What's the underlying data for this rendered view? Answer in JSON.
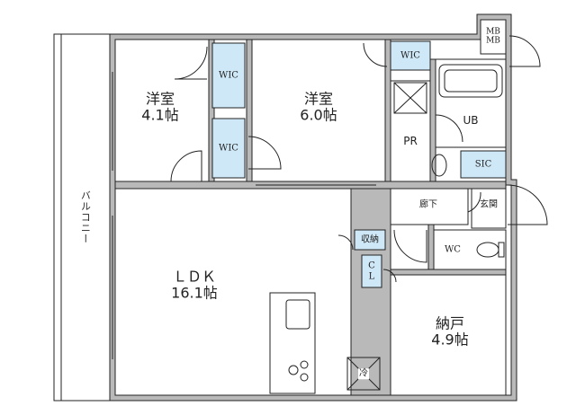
{
  "rooms": {
    "bedroom1": {
      "name": "洋室",
      "size": "4.1帖"
    },
    "bedroom2": {
      "name": "洋室",
      "size": "6.0帖"
    },
    "ldk": {
      "name": "ＬＤＫ",
      "size": "16.1帖"
    },
    "storeroom": {
      "name": "納戸",
      "size": "4.9帖"
    }
  },
  "labels": {
    "wic1": "WIC",
    "wic2": "WIC",
    "wic3": "WIC",
    "ub": "UB",
    "pr": "PR",
    "sic": "SIC",
    "hallway": "廊下",
    "entrance": "玄関",
    "wc": "WC",
    "shuno": "収納",
    "cl_c": "C",
    "cl_l": "L",
    "mb_1": "MB",
    "mb_2": "MB",
    "fridge": "冷",
    "balcony": "バルコニー"
  },
  "colors": {
    "storage_fill": "#cfe8f7",
    "wall_fill": "#b9b9b9"
  }
}
